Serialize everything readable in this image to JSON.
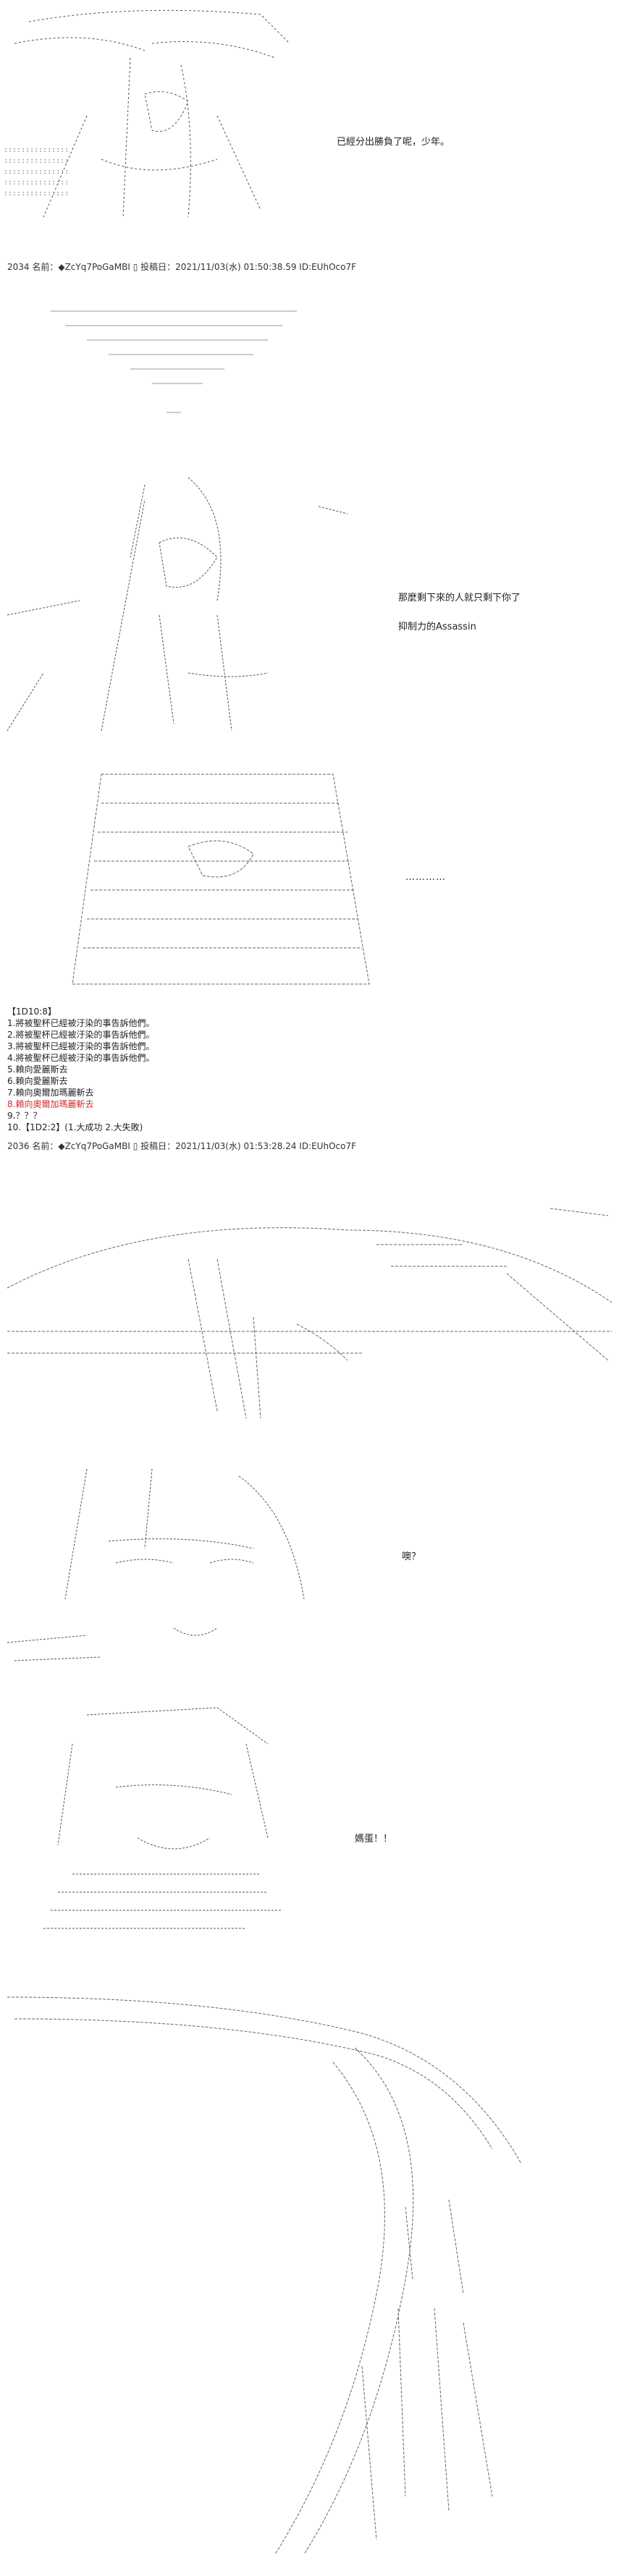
{
  "posts": [
    {
      "header": "2034 名前：◆ZcYq7PoGaMBI ▯ 投稿日：2021/11/03(水) 01:50:38.59 ID:EUhOco7F"
    },
    {
      "header": "2036 名前：◆ZcYq7PoGaMBI ▯ 投稿日：2021/11/03(水) 01:53:28.24 ID:EUhOco7F"
    }
  ],
  "dialogs": {
    "line1": "已經分出勝負了呢，少年。",
    "line2": "那麼剩下來的人就只剩下你了",
    "line3": "抑制力的Assassin",
    "line4": "…………",
    "line5": "噢？",
    "line6": "媽蛋！！"
  },
  "vote": {
    "title": "【1D10:8】",
    "options": [
      "1.將被聖杯已經被汙染的事告訴他們。",
      "2.將被聖杯已經被汙染的事告訴他們。",
      "3.將被聖杯已經被汙染的事告訴他們。",
      "4.將被聖杯已經被汙染的事告訴他們。",
      "5.賴向愛麗斯去",
      "6.賴向愛麗斯去",
      "7.賴向奧爾加瑪麗斬去",
      "8.賴向奧爾加瑪麗斬去",
      "9.？？？",
      "10.【1D2:2】(1.大成功  2.大失敗)"
    ],
    "highlight_index": 7,
    "highlight_color": "#d0312d"
  }
}
